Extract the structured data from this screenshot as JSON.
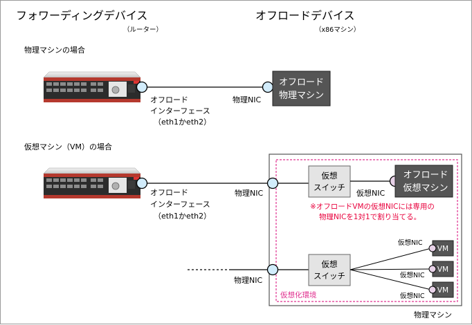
{
  "headers": {
    "forwarding_device": "フォワーディングデバイス",
    "forwarding_sub": "（ルーター）",
    "offload_device": "オフロードデバイス",
    "offload_sub": "（x86マシン）"
  },
  "section_physical": {
    "title": "物理マシンの場合",
    "iface_line1": "オフロード",
    "iface_line2": "インターフェース",
    "iface_line3": "（eth1かeth2）",
    "nic_label": "物理NIC",
    "machine_line1": "オフロード",
    "machine_line2": "物理マシン"
  },
  "section_vm": {
    "title": "仮想マシン（VM）の場合",
    "iface_line1": "オフロード",
    "iface_line2": "インターフェース",
    "iface_line3": "（eth1かeth2）",
    "nic_label_top": "物理NIC",
    "nic_label_bottom": "物理NIC",
    "switch1_line1": "仮想",
    "switch1_line2": "スイッチ",
    "virtual_nic_label": "仮想NIC",
    "vm_line1": "オフロード",
    "vm_line2": "仮想マシン",
    "note_line1": "※オフロードVMの仮想NICには専用の",
    "note_line2": "物理NICを1対1で割り当てる。",
    "switch2_line1": "仮想",
    "switch2_line2": "スイッチ",
    "vm_nics": [
      "仮想NIC",
      "仮想NIC",
      "仮想NIC"
    ],
    "vms": [
      "VM",
      "VM",
      "VM"
    ],
    "virtualization_label": "仮想化環境",
    "physical_machine_label": "物理マシン"
  },
  "colors": {
    "router_red": "#b5392e",
    "port_blue_fill": "#d2ecfb",
    "virtual_nic_fill": "#e8d2e8",
    "dark_box": "#555555",
    "gray_box": "#e4e4e4",
    "note_red": "#e8003c",
    "dashed_pink": "#e0308f"
  }
}
